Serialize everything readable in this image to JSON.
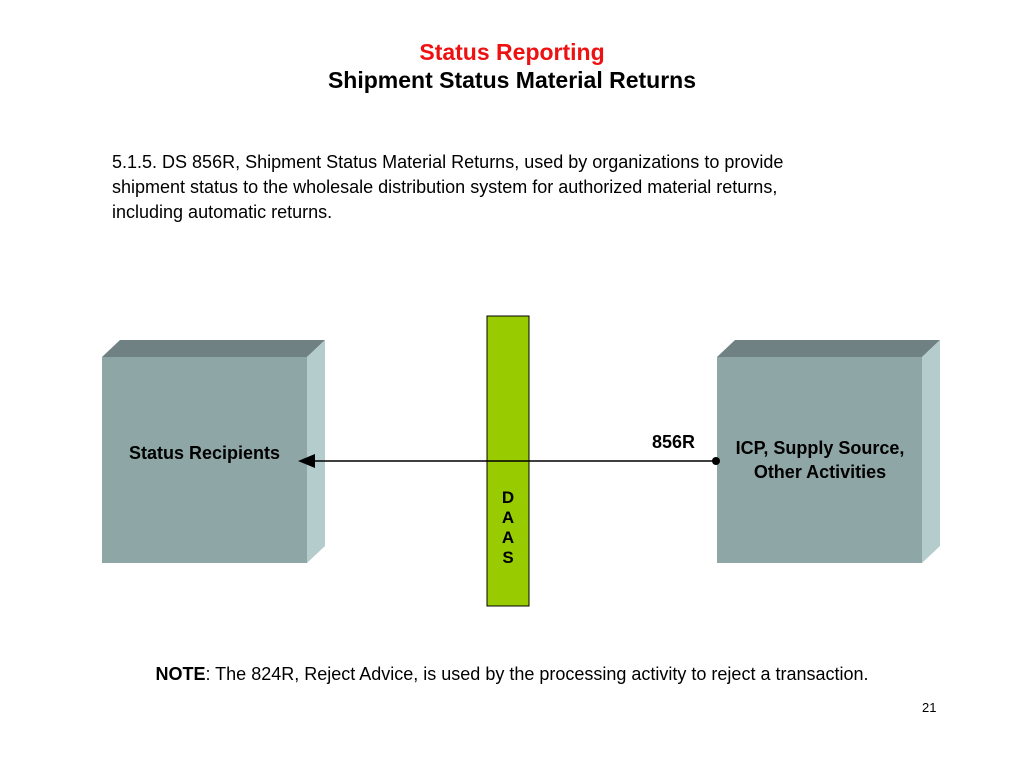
{
  "slide": {
    "title": "Status Reporting",
    "subtitle": "Shipment Status Material Returns",
    "body": "5.1.5. DS 856R, Shipment Status Material Returns, used by organizations to provide shipment status to the wholesale distribution system for authorized material returns, including automatic returns.",
    "page_number": "21"
  },
  "diagram": {
    "left_box": {
      "label": "Status Recipients"
    },
    "right_box": {
      "label": "ICP, Supply Source, Other Activities"
    },
    "center_bar": {
      "letters": [
        "D",
        "A",
        "A",
        "S"
      ]
    },
    "arrow": {
      "label": "856R",
      "direction": "right-to-left"
    }
  },
  "note": {
    "prefix": "NOTE",
    "text": ": The 824R, Reject Advice, is used by the processing activity to reject a transaction."
  },
  "colors": {
    "title": "#ee1111",
    "box_front": "#8fa6a6",
    "box_top": "#6f8182",
    "box_side": "#b4cccc",
    "bar": "#99cc00"
  }
}
